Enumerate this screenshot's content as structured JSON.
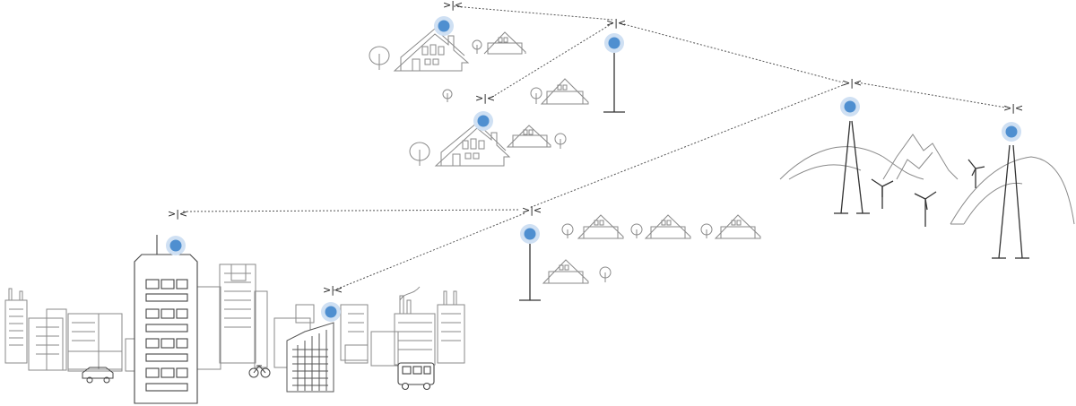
{
  "diagram": {
    "nodes": [
      {
        "id": "node-house-top"
      },
      {
        "id": "node-tower-top"
      },
      {
        "id": "node-house-mid"
      },
      {
        "id": "node-mountain-left"
      },
      {
        "id": "node-mountain-right"
      },
      {
        "id": "node-building-tall"
      },
      {
        "id": "node-tower-mid"
      },
      {
        "id": "node-city-center"
      }
    ],
    "links": [
      [
        "node-house-top",
        "node-tower-top"
      ],
      [
        "node-tower-top",
        "node-house-mid"
      ],
      [
        "node-tower-top",
        "node-mountain-left"
      ],
      [
        "node-mountain-left",
        "node-mountain-right"
      ],
      [
        "node-mountain-left",
        "node-tower-mid"
      ],
      [
        "node-building-tall",
        "node-tower-mid"
      ],
      [
        "node-tower-mid",
        "node-city-center"
      ]
    ],
    "colors": {
      "node_core": "#4f8fd0",
      "node_halo": "#cfe0f3",
      "link": "#555555",
      "line_art": "#8a8a8a"
    },
    "scenes": [
      "city",
      "houses",
      "mountains-wind-turbines"
    ]
  }
}
